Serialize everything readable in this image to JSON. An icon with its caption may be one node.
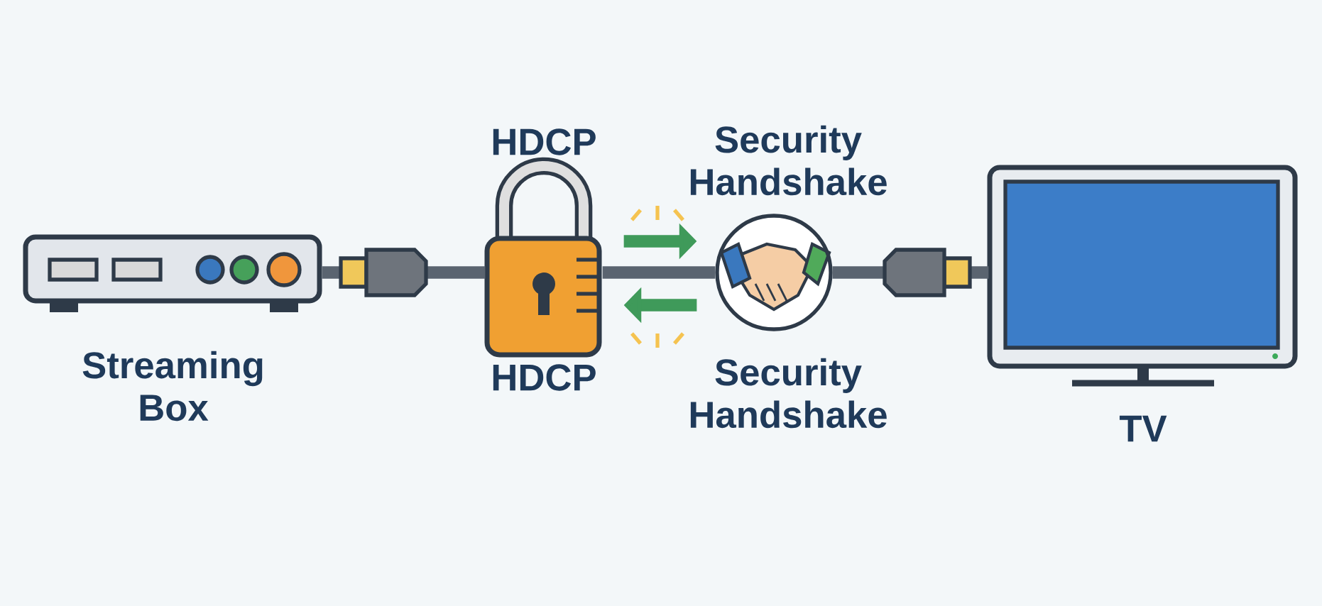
{
  "diagram": {
    "nodes": [
      {
        "text": [
          "Streaming Box"
        ]
      },
      {
        "text": [
          "HDCP",
          "HDCP"
        ]
      },
      {
        "text": [
          "Security Handshake",
          "Security Handshake"
        ]
      },
      {
        "text": [
          "TV"
        ]
      }
    ],
    "edges": [
      {
        "from": 0,
        "to": 1,
        "arrow": "none"
      },
      {
        "from": 1,
        "to": 2,
        "arrow": "none"
      },
      {
        "from": 2,
        "to": 3,
        "arrow": "none"
      },
      {
        "from": 1,
        "to": 2,
        "arrow": "to",
        "color": "#3f9a5a"
      },
      {
        "from": 2,
        "to": 1,
        "arrow": "to",
        "color": "#3f9a5a"
      }
    ]
  }
}
